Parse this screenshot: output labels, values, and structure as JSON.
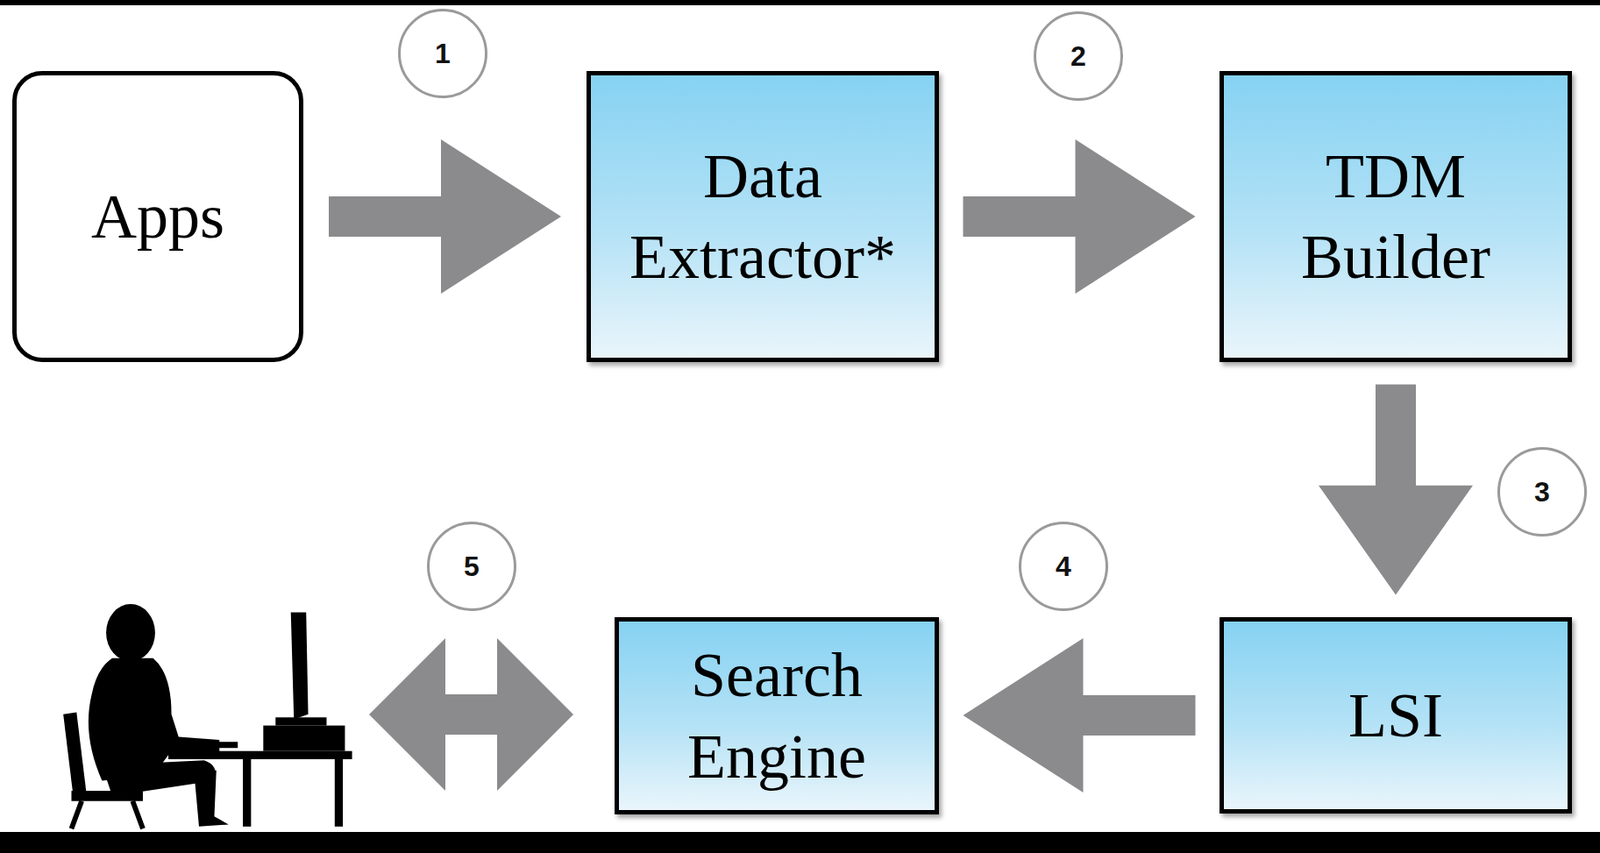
{
  "diagram": {
    "nodes": [
      {
        "text": [
          "Apps"
        ]
      },
      {
        "text": [
          "Data Extractor*"
        ]
      },
      {
        "text": [
          "TDM Builder"
        ]
      },
      {
        "text": [
          "LSI"
        ]
      },
      {
        "text": [
          "Search Engine"
        ]
      }
    ],
    "edges": [
      {
        "from": 0,
        "to": 1,
        "arrow": "to"
      },
      {
        "from": 1,
        "to": 2,
        "arrow": "to"
      },
      {
        "from": 2,
        "to": 3,
        "arrow": "to"
      },
      {
        "from": 3,
        "to": 4,
        "arrow": "to"
      }
    ],
    "labels": [
      "1",
      "2",
      "3",
      "4",
      "5"
    ]
  }
}
